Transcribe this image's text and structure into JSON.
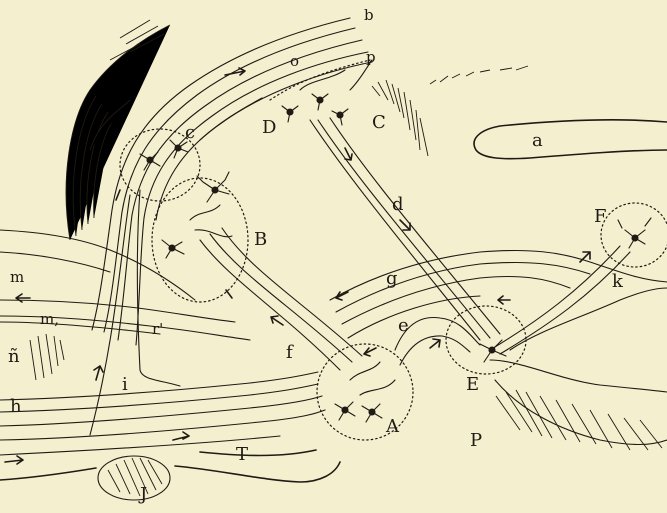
{
  "colors": {
    "paper": "#f4efcf",
    "ink": "#1f1a14"
  },
  "labels": {
    "a": "a",
    "b": "b",
    "c_small": "c",
    "C": "C",
    "D": "D",
    "o": "o",
    "p": "p",
    "d": "d",
    "B": "B",
    "F": "F",
    "k": "k",
    "g": "g",
    "e": "e",
    "f": "f",
    "r": "r'",
    "m": "m",
    "m1": "m,",
    "n": "ñ",
    "i": "i",
    "h": "h",
    "A": "A",
    "E": "E",
    "P": "P",
    "T": "T",
    "J": "J"
  }
}
